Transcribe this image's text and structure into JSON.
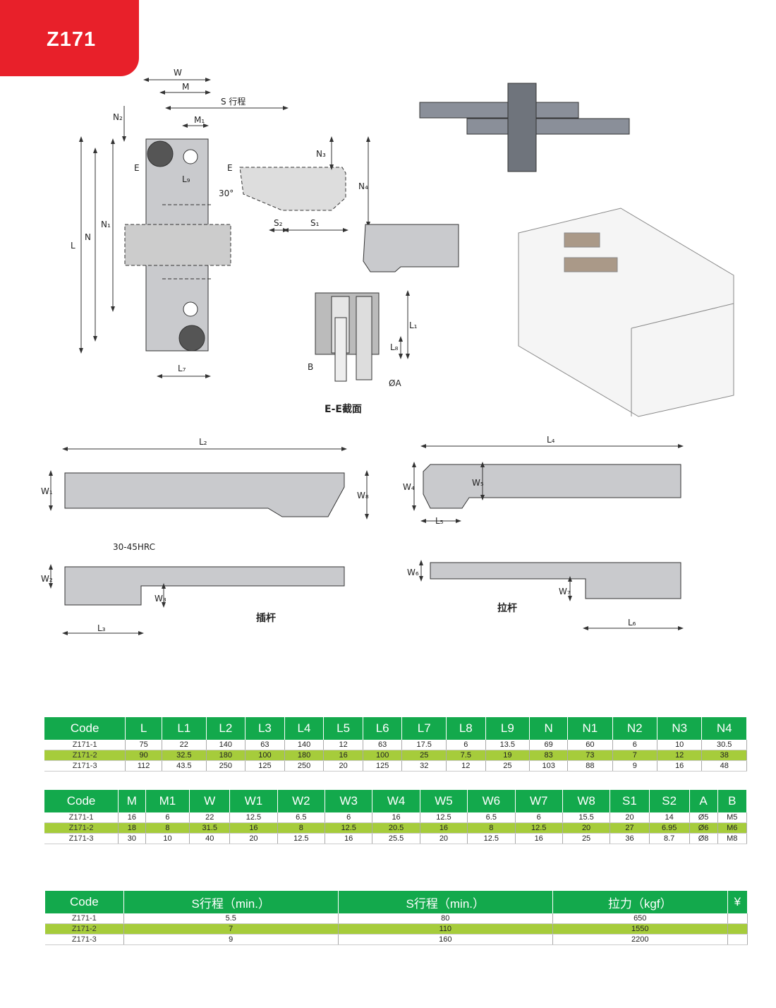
{
  "badge": "Z171",
  "labels": {
    "W": "W",
    "M": "M",
    "S": "S 行程",
    "M1": "M₁",
    "N2": "N₂",
    "N3": "N₃",
    "N4": "N₄",
    "N1": "N₁",
    "N": "N",
    "L": "L",
    "E1": "E",
    "E2": "E",
    "L9": "L₉",
    "deg": "30°",
    "S2": "S₂",
    "S1": "S₁",
    "L7": "L₇",
    "L1": "L₁",
    "L8": "L₈",
    "B": "B",
    "A": "ØA",
    "section": "E-E截面",
    "L2": "L₂",
    "W1": "W₁",
    "W8": "W₈",
    "L4": "L₄",
    "W4": "W₄",
    "W5": "W₅",
    "L5": "L₅",
    "hrc": "30-45HRC",
    "W2": "W₂",
    "W3": "W₃",
    "L3": "L₃",
    "insert": "插杆",
    "W6": "W₆",
    "W7": "W₇",
    "pull": "拉杆",
    "L6": "L₆"
  },
  "table1": {
    "headers": [
      "Code",
      "L",
      "L1",
      "L2",
      "L3",
      "L4",
      "L5",
      "L6",
      "L7",
      "L8",
      "L9",
      "N",
      "N1",
      "N2",
      "N3",
      "N4"
    ],
    "rows": [
      [
        "Z171-1",
        "75",
        "22",
        "140",
        "63",
        "140",
        "12",
        "63",
        "17.5",
        "6",
        "13.5",
        "69",
        "60",
        "6",
        "10",
        "30.5"
      ],
      [
        "Z171-2",
        "90",
        "32.5",
        "180",
        "100",
        "180",
        "16",
        "100",
        "25",
        "7.5",
        "19",
        "83",
        "73",
        "7",
        "12",
        "38"
      ],
      [
        "Z171-3",
        "112",
        "43.5",
        "250",
        "125",
        "250",
        "20",
        "125",
        "32",
        "12",
        "25",
        "103",
        "88",
        "9",
        "16",
        "48"
      ]
    ]
  },
  "table2": {
    "headers": [
      "Code",
      "M",
      "M1",
      "W",
      "W1",
      "W2",
      "W3",
      "W4",
      "W5",
      "W6",
      "W7",
      "W8",
      "S1",
      "S2",
      "A",
      "B"
    ],
    "rows": [
      [
        "Z171-1",
        "16",
        "6",
        "22",
        "12.5",
        "6.5",
        "6",
        "16",
        "12.5",
        "6.5",
        "6",
        "15.5",
        "20",
        "14",
        "Ø5",
        "M5"
      ],
      [
        "Z171-2",
        "18",
        "8",
        "31.5",
        "16",
        "8",
        "12.5",
        "20.5",
        "16",
        "8",
        "12.5",
        "20",
        "27",
        "6.95",
        "Ø6",
        "M6"
      ],
      [
        "Z171-3",
        "30",
        "10",
        "40",
        "20",
        "12.5",
        "16",
        "25.5",
        "20",
        "12.5",
        "16",
        "25",
        "36",
        "8.7",
        "Ø8",
        "M8"
      ]
    ]
  },
  "table3": {
    "headers": [
      "Code",
      "S行程（min.）",
      "S行程（min.）",
      "拉力（kgf）",
      "¥"
    ],
    "rows": [
      [
        "Z171-1",
        "5.5",
        "80",
        "650",
        ""
      ],
      [
        "Z171-2",
        "7",
        "110",
        "1550",
        ""
      ],
      [
        "Z171-3",
        "9",
        "160",
        "2200",
        ""
      ]
    ]
  }
}
